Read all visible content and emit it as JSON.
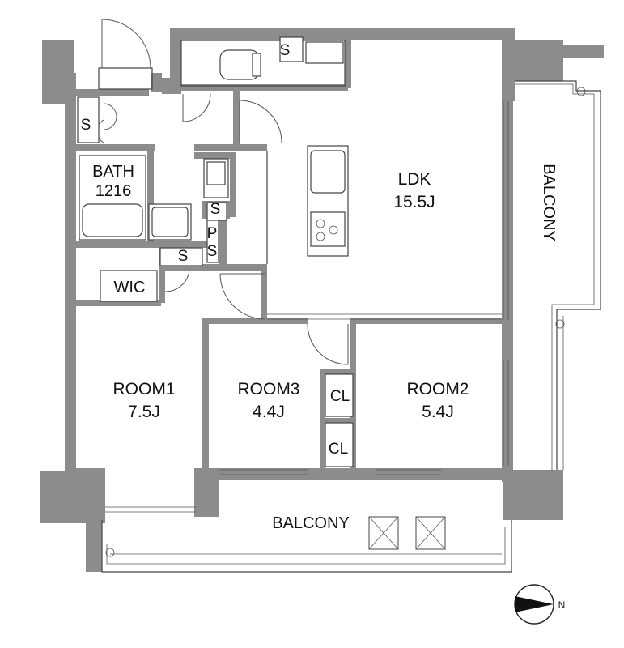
{
  "rooms": {
    "ldk": {
      "name": "LDK",
      "size": "15.5J"
    },
    "room1": {
      "name": "ROOM1",
      "size": "7.5J"
    },
    "room2": {
      "name": "ROOM2",
      "size": "5.4J"
    },
    "room3": {
      "name": "ROOM3",
      "size": "4.4J"
    },
    "bath": {
      "name": "BATH",
      "size": "1216"
    },
    "wic": {
      "name": "WIC"
    },
    "cl_upper": {
      "name": "CL"
    },
    "cl_lower": {
      "name": "CL"
    },
    "s_top": {
      "name": "S"
    },
    "s_left": {
      "name": "S"
    },
    "s_mid": {
      "name": "S"
    },
    "s_lower": {
      "name": "S"
    },
    "ps": {
      "line1": "P",
      "line2": "S"
    }
  },
  "balconies": {
    "east": "BALCONY",
    "south": "BALCONY"
  },
  "compass": {
    "north_label": "N"
  }
}
